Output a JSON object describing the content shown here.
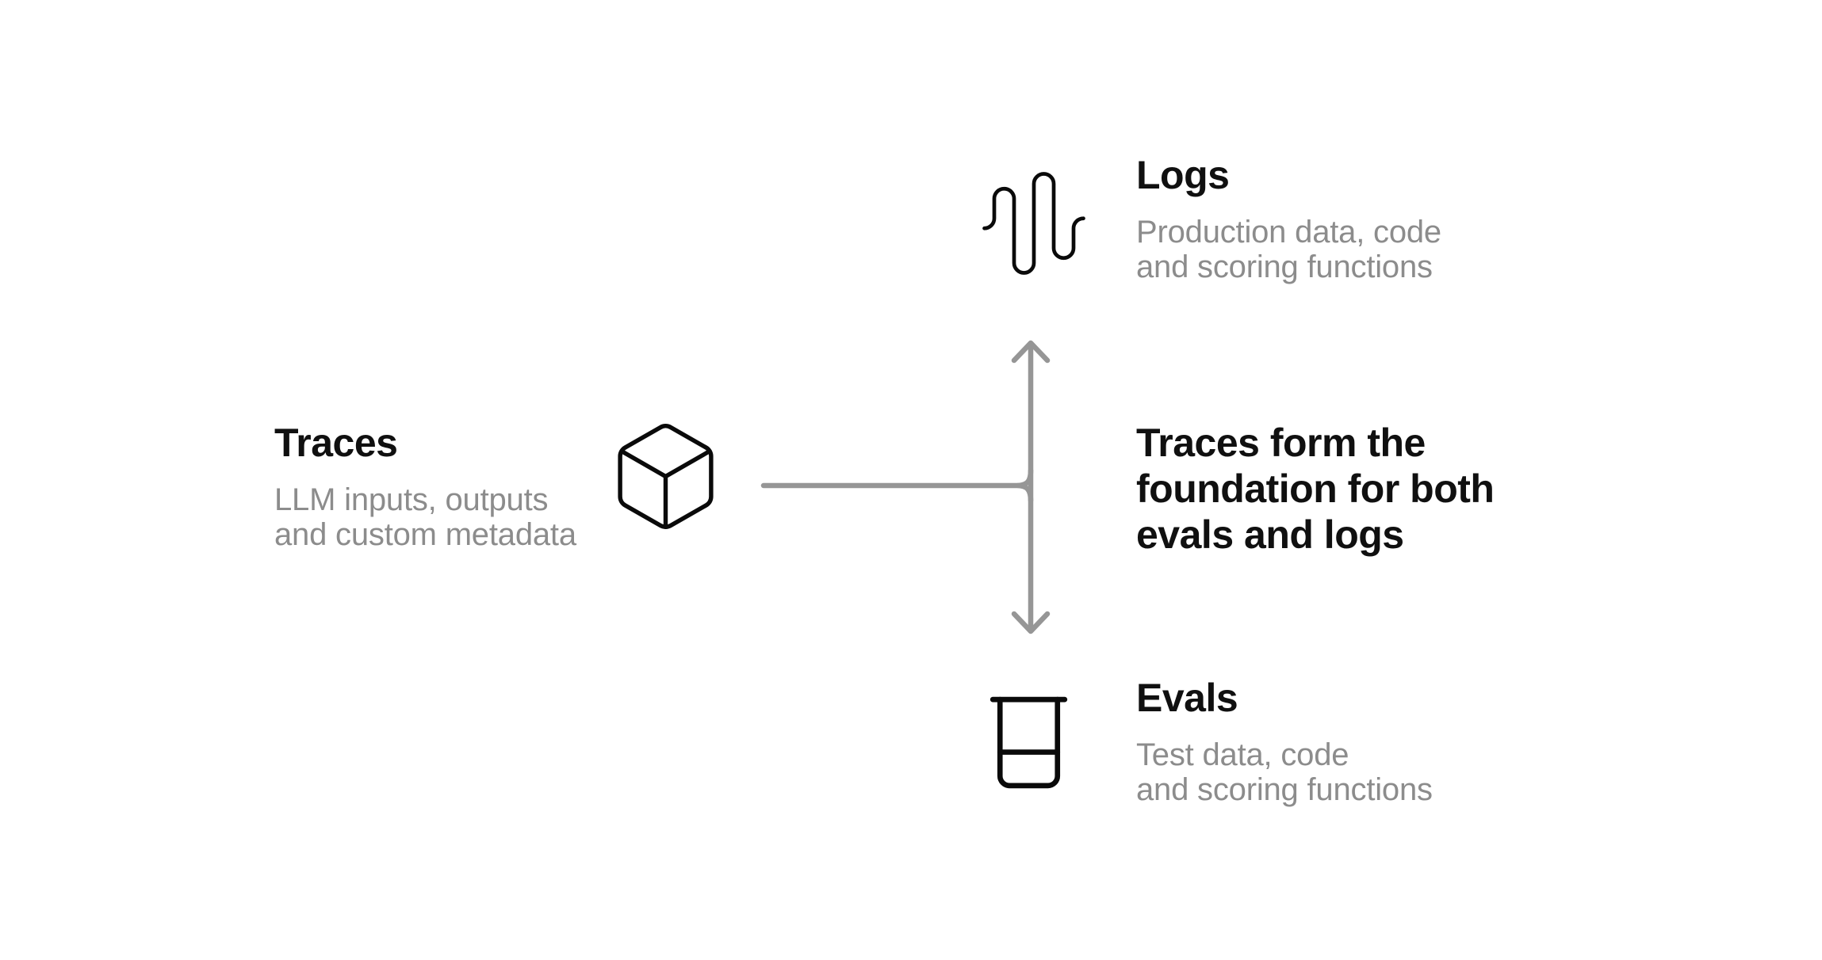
{
  "background": "#ffffff",
  "colors": {
    "title": "#101010",
    "subtitle": "#8c8c8c",
    "icon": "#0a0a0a",
    "connector": "#969696"
  },
  "diagram": {
    "traces": {
      "title": "Traces",
      "subtitle": "LLM inputs, outputs\nand custom metadata",
      "icon": "cube-icon"
    },
    "logs": {
      "title": "Logs",
      "subtitle": "Production data, code\nand scoring functions",
      "icon": "audio-waveform-icon"
    },
    "evals": {
      "title": "Evals",
      "subtitle": "Test data, code\nand scoring functions",
      "icon": "beaker-icon"
    },
    "annotation": "Traces form the\nfoundation for both\nevals and logs",
    "connector": {
      "from": "traces",
      "to_up": "logs",
      "to_down": "evals",
      "style": "forked double arrow"
    }
  }
}
